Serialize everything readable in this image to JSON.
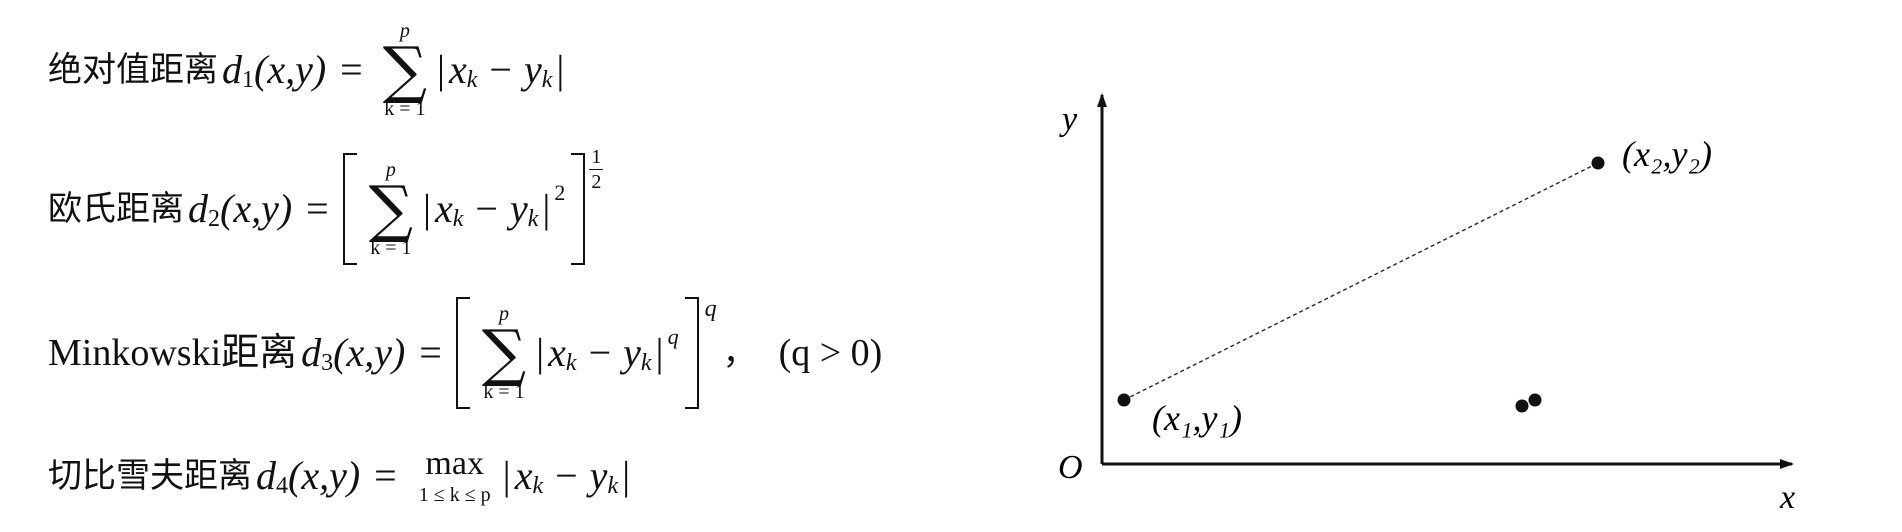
{
  "formulas": {
    "absolute": {
      "name": "绝对值距离",
      "lhs_fn": "d",
      "lhs_sub": "1",
      "lhs_args": "(x,y)",
      "equals": "=",
      "sum_upper": "p",
      "sum_lower": "k = 1",
      "sum_symbol": "∑",
      "body_open": "|",
      "x": "x",
      "sub_k": "k",
      "minus": "−",
      "y": "y",
      "body_close": "|"
    },
    "euclid": {
      "name": "欧氏距离",
      "lhs_fn": "d",
      "lhs_sub": "2",
      "lhs_args": "(x,y)",
      "equals": "=",
      "sum_upper": "p",
      "sum_lower": "k = 1",
      "sum_symbol": "∑",
      "power": "2",
      "outer_num": "1",
      "outer_den": "2"
    },
    "minkowski": {
      "name": "Minkowski距离",
      "lhs_fn": "d",
      "lhs_sub": "3",
      "lhs_args": "(x,y)",
      "equals": "=",
      "sum_upper": "p",
      "sum_lower": "k = 1",
      "sum_symbol": "∑",
      "power": "q",
      "outer_exp": "q",
      "condition": "(q > 0)",
      "comma": "，"
    },
    "chebyshev": {
      "name": "切比雪夫距离",
      "lhs_fn": "d",
      "lhs_sub": "4",
      "lhs_args": "(x,y)",
      "equals": "=",
      "max_word": "max",
      "max_lower": "1 ≤ k ≤ p"
    }
  },
  "diagram": {
    "y_axis_label": "y",
    "x_axis_label": "x",
    "origin_label": "O",
    "point1_label": "(x₁,y₁)",
    "point2_label": "(x₂,y₂)"
  }
}
